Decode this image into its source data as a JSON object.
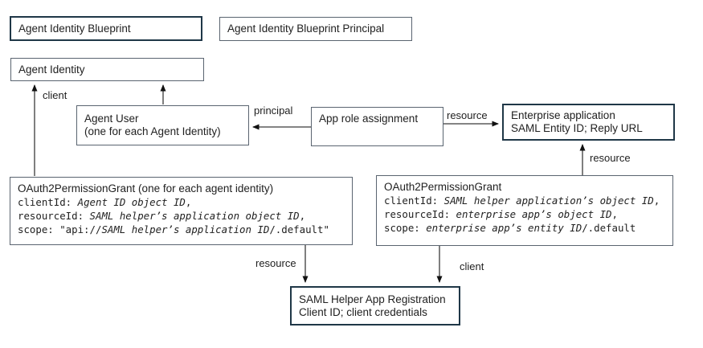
{
  "colors": {
    "thick_border": "#1f3747",
    "thin_border": "#5a6470",
    "text": "#212121",
    "arrow_line": "#3a3a3a",
    "arrow_head": "#111111",
    "background": "#ffffff"
  },
  "boxes": {
    "blueprint": {
      "label": "Agent Identity Blueprint"
    },
    "blueprint_principal": {
      "label": "Agent Identity Blueprint Principal"
    },
    "agent_identity": {
      "label": "Agent Identity"
    },
    "agent_user": {
      "line1": "Agent User",
      "line2": "(one for each Agent Identity)"
    },
    "app_role_assignment": {
      "label": "App role assignment"
    },
    "enterprise_app": {
      "line1": "Enterprise application",
      "line2": "SAML Entity ID; Reply URL"
    },
    "saml_helper": {
      "line1": "SAML Helper App Registration",
      "line2": "Client ID; client credentials"
    }
  },
  "oauth2_left": {
    "title": "OAuth2PermissionGrant (one for each agent identity)",
    "client_key": "clientId: ",
    "client_val": "Agent ID object ID",
    "client_tail": ",",
    "resource_key": "resourceId: ",
    "resource_val": "SAML helper’s application object ID",
    "resource_tail": ",",
    "scope_key": "scope: \"api://",
    "scope_val": "SAML helper’s application ID",
    "scope_tail": "/.default\""
  },
  "oauth2_right": {
    "title": "OAuth2PermissionGrant",
    "client_key": "clientId: ",
    "client_val": "SAML helper application’s object ID",
    "client_tail": ",",
    "resource_key": "resourceId: ",
    "resource_val": "enterprise app’s object ID",
    "resource_tail": ",",
    "scope_key": "scope: ",
    "scope_val": "enterprise app’s entity ID",
    "scope_tail": "/.default"
  },
  "edge_labels": {
    "client_upper": "client",
    "principal": "principal",
    "resource_mid": "resource",
    "resource_vertical": "resource",
    "resource_lower": "resource",
    "client_lower": "client"
  }
}
